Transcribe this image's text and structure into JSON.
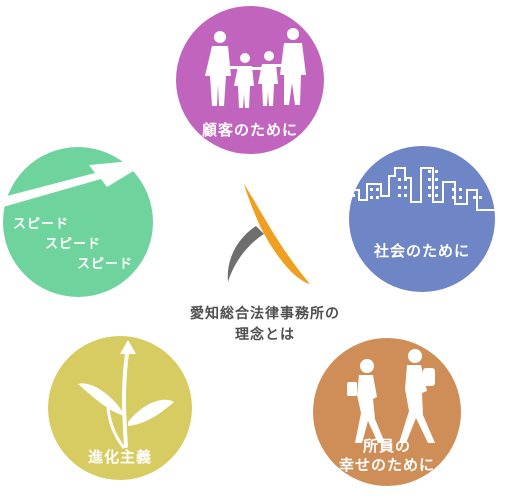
{
  "center": {
    "line1": "愛知総合法律事務所の",
    "line2": "理念とは"
  },
  "circles": {
    "customer": {
      "label": "顧客のために",
      "color": "#c164bd"
    },
    "society": {
      "label": "社会のために",
      "color": "#6e85c6"
    },
    "staff": {
      "line1": "所員の",
      "line2": "幸せのために",
      "color": "#cf8e57"
    },
    "evolve": {
      "label": "進化主義",
      "color": "#d7cc62"
    },
    "speed": {
      "lines": [
        "スピード",
        "スピード",
        "スピード"
      ],
      "color": "#6fd39d"
    }
  },
  "logo": {
    "colors": [
      "#f0a020",
      "#6e6e6e"
    ]
  }
}
